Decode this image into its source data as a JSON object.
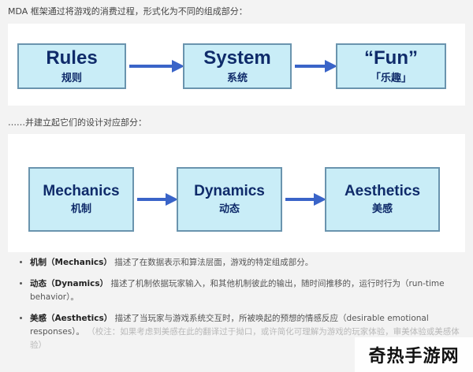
{
  "captions": {
    "top": "MDA 框架通过将游戏的消费过程，形式化为不同的组成部分：",
    "middle": "……并建立起它们的设计对应部分："
  },
  "diagram_top": {
    "nodes": [
      {
        "en": "Rules",
        "zh": "规则"
      },
      {
        "en": "System",
        "zh": "系统"
      },
      {
        "en": "“Fun”",
        "zh": "「乐趣」"
      }
    ]
  },
  "diagram_bottom": {
    "nodes": [
      {
        "en": "Mechanics",
        "zh": "机制"
      },
      {
        "en": "Dynamics",
        "zh": "动态"
      },
      {
        "en": "Aesthetics",
        "zh": "美感"
      }
    ]
  },
  "list": [
    {
      "term": "机制（Mechanics）",
      "text": "描述了在数据表示和算法层面，游戏的特定组成部分。"
    },
    {
      "term": "动态（Dynamics）",
      "text": "描述了机制依据玩家输入，和其他机制彼此的输出，随时间推移的，运行时行为（run-time behavior）。"
    },
    {
      "term": "美感（Aesthetics）",
      "text": "描述了当玩家与游戏系统交互时，所被唤起的预想的情感反应（desirable emotional responses）。",
      "note": "（校注：如果考虑到美感在此的翻译过于拗口，或许简化可理解为游戏的玩家体验，审美体验或美感体验）"
    }
  ],
  "watermark": "奇热手游网",
  "colors": {
    "node_fill": "#c9edf7",
    "node_border": "#6a94ae",
    "node_text": "#0f2b6a",
    "arrow": "#3a64c8"
  }
}
